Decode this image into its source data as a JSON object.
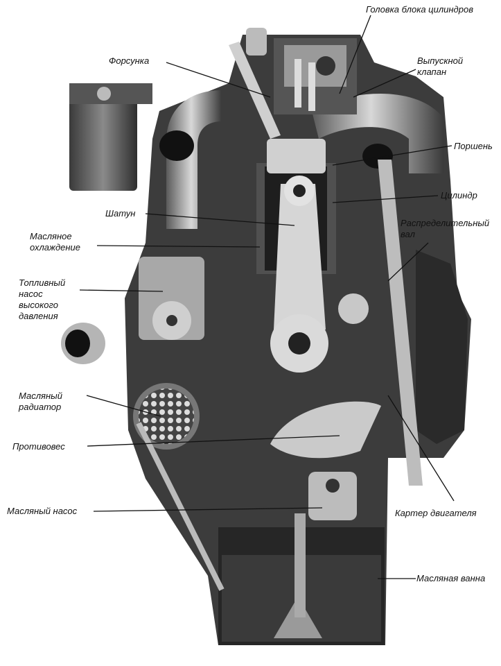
{
  "labels": {
    "cylinder_head": "Головка блока цилиндров",
    "injector": "Форсунка",
    "exhaust_valve": "Выпускной\nклапан",
    "piston": "Поршень",
    "cylinder": "Цилиндр",
    "connecting_rod": "Шатун",
    "oil_cooling": "Масляное\nохлаждение",
    "camshaft": "Распределительный\nвал",
    "fuel_pump": "Топливный\nнасос\nвысокого\nдавления",
    "oil_radiator": "Масляный\nрадиатор",
    "counterweight": "Противовес",
    "oil_pump": "Масляный насос",
    "crankcase": "Картер двигателя",
    "oil_pan": "Масляная ванна"
  },
  "colors": {
    "ink": "#111111",
    "dark": "#2a2a2a",
    "mid": "#6b6b6b",
    "light": "#bdbdbd",
    "paper": "#ffffff"
  }
}
